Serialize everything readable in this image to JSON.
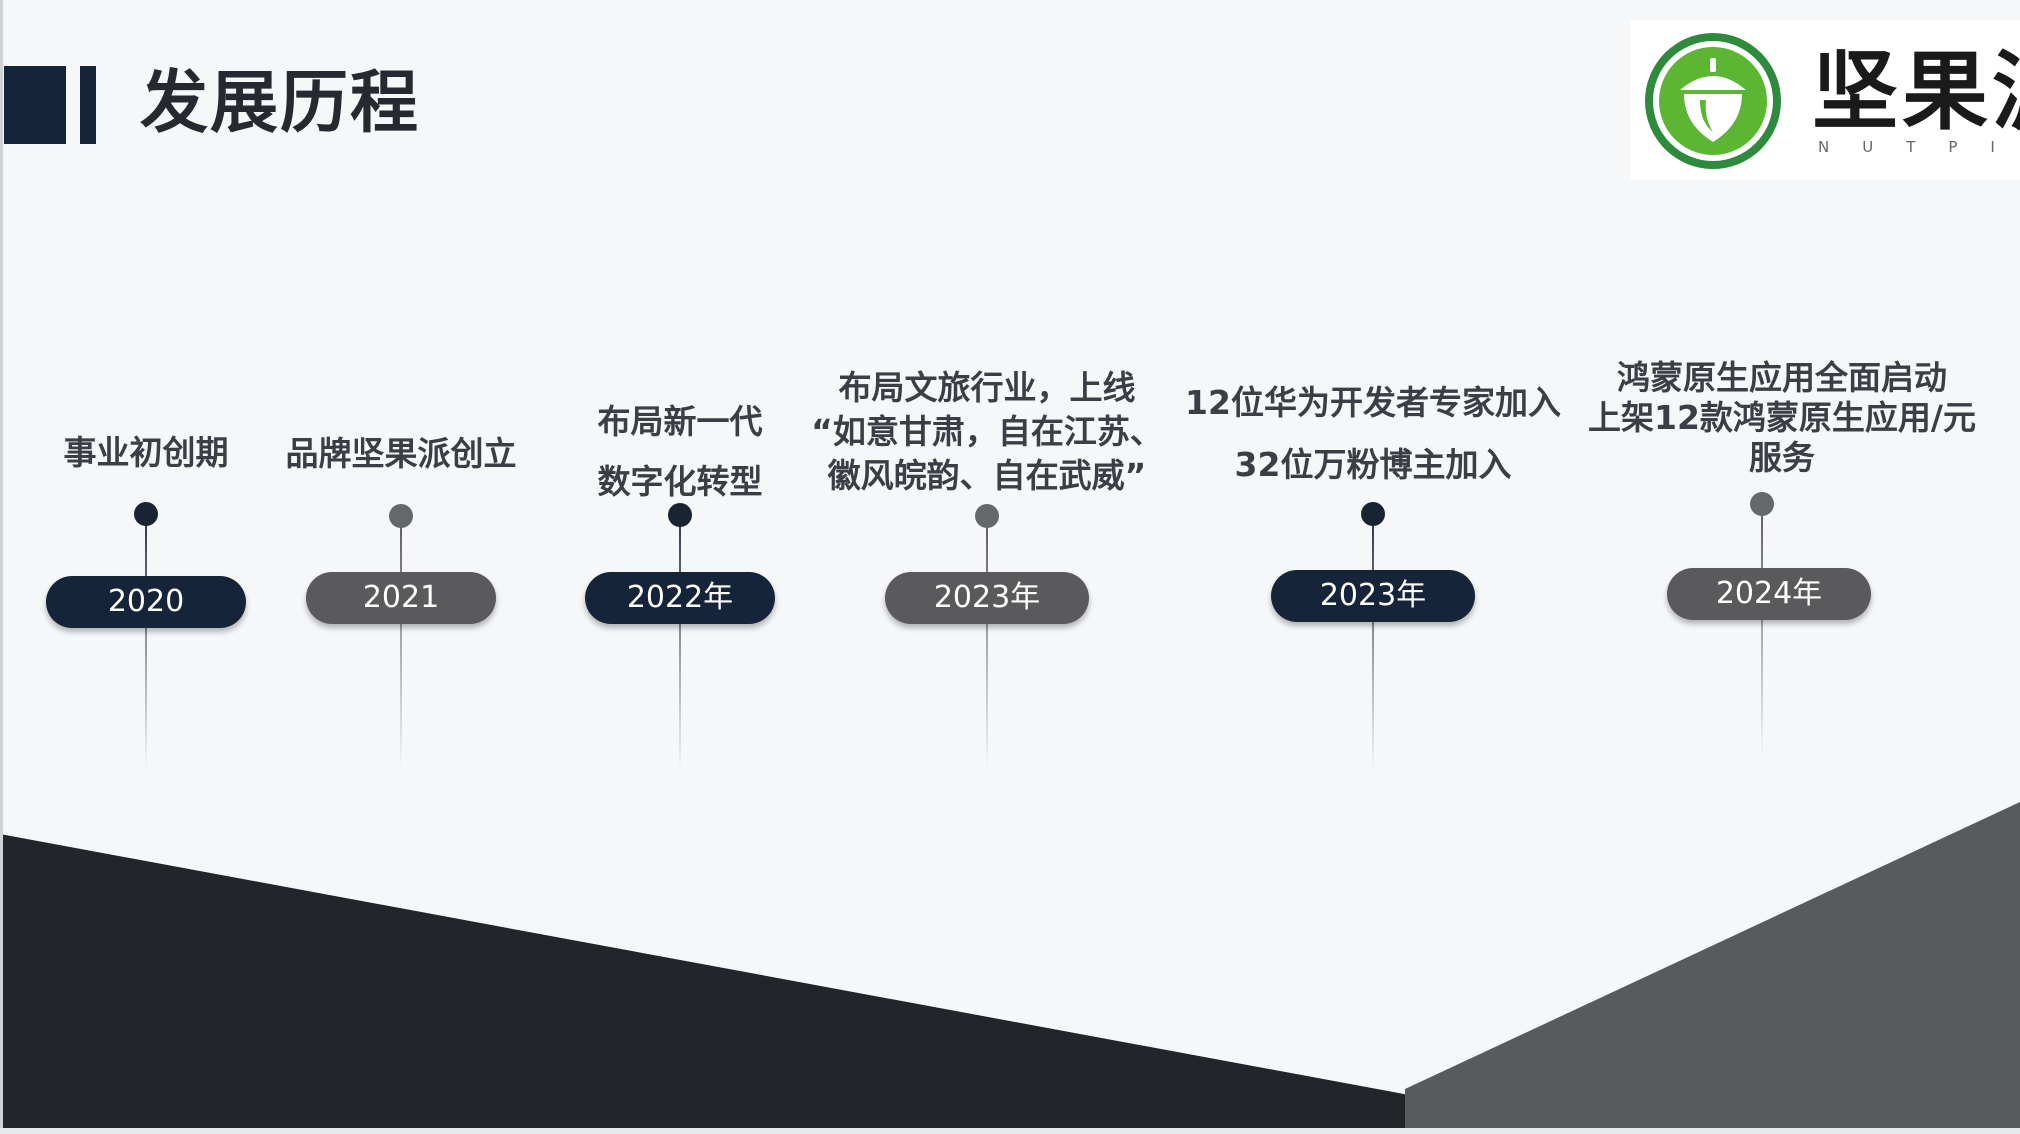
{
  "page": {
    "title": "发展历程"
  },
  "logo": {
    "name": "坚果派",
    "subtitle": "NUTPI"
  },
  "colors": {
    "dark": "#16243a",
    "grey": "#5a5a5c",
    "logo_green": "#2e8b3e",
    "logo_fill": "#5cb533"
  },
  "timeline": [
    {
      "year": "2020",
      "lines": [
        "事业初创期"
      ],
      "style": "dark"
    },
    {
      "year": "2021",
      "lines": [
        "品牌坚果派创立"
      ],
      "style": "grey"
    },
    {
      "year": "2022年",
      "lines": [
        "布局新一代",
        "数字化转型"
      ],
      "style": "dark"
    },
    {
      "year": "2023年",
      "lines": [
        "布局文旅行业，上线",
        "“如意甘肃，自在江苏、",
        "徽风皖韵、自在武威”"
      ],
      "style": "grey"
    },
    {
      "year": "2023年",
      "lines": [
        "12位华为开发者专家加入",
        "32位万粉博主加入"
      ],
      "style": "dark"
    },
    {
      "year": "2024年",
      "lines": [
        "鸿蒙原生应用全面启动",
        "上架12款鸿蒙原生应用/元",
        "服务"
      ],
      "style": "grey"
    }
  ]
}
